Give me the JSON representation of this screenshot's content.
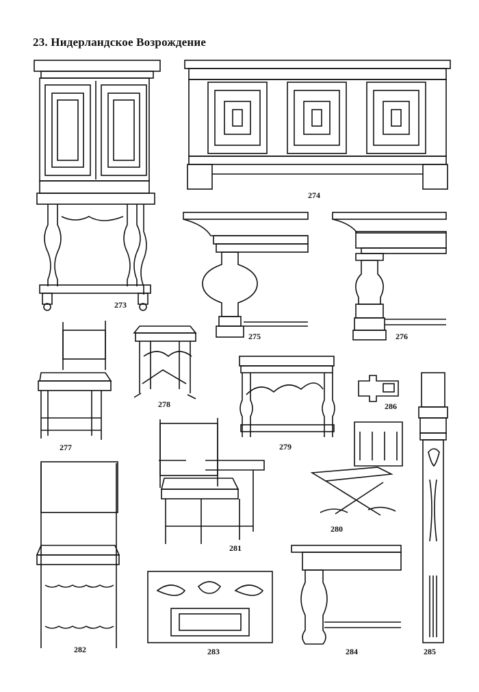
{
  "page": {
    "title": "23. Нидерландское Возрождение"
  },
  "figures": [
    {
      "id": "273",
      "label": "273"
    },
    {
      "id": "274",
      "label": "274"
    },
    {
      "id": "275",
      "label": "275"
    },
    {
      "id": "276",
      "label": "276"
    },
    {
      "id": "277",
      "label": "277"
    },
    {
      "id": "278",
      "label": "278"
    },
    {
      "id": "279",
      "label": "279"
    },
    {
      "id": "280",
      "label": "280"
    },
    {
      "id": "281",
      "label": "281"
    },
    {
      "id": "282",
      "label": "282"
    },
    {
      "id": "283",
      "label": "283"
    },
    {
      "id": "284",
      "label": "284"
    },
    {
      "id": "285",
      "label": "285"
    },
    {
      "id": "286",
      "label": "286"
    }
  ]
}
